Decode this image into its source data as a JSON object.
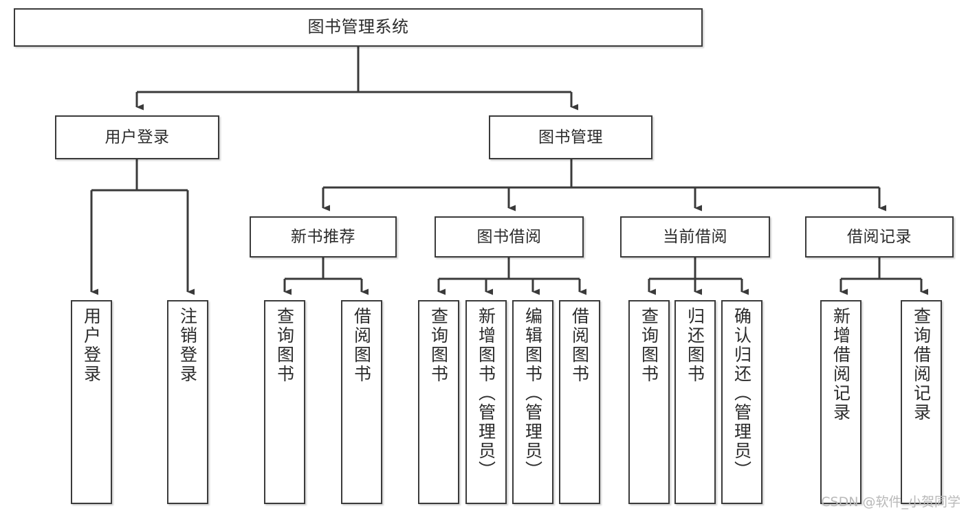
{
  "diagram": {
    "title": "图书管理系统",
    "type": "functional-structure-tree",
    "root": {
      "label": "图书管理系统"
    },
    "level2": [
      {
        "label": "用户登录"
      },
      {
        "label": "图书管理"
      }
    ],
    "level3": [
      {
        "label": "新书推荐"
      },
      {
        "label": "图书借阅"
      },
      {
        "label": "当前借阅"
      },
      {
        "label": "借阅记录"
      }
    ],
    "leaves": {
      "user_login": [
        {
          "label": "用户登录"
        },
        {
          "label": "注销登录"
        }
      ],
      "new_book_recommend": [
        {
          "label": "查询图书"
        },
        {
          "label": "借阅图书"
        }
      ],
      "book_borrow": [
        {
          "label": "查询图书"
        },
        {
          "label": "新增图书（管理员）"
        },
        {
          "label": "编辑图书（管理员）"
        },
        {
          "label": "借阅图书"
        }
      ],
      "current_borrow": [
        {
          "label": "查询图书"
        },
        {
          "label": "归还图书"
        },
        {
          "label": "确认归还（管理员）"
        }
      ],
      "borrow_record": [
        {
          "label": "新增借阅记录"
        },
        {
          "label": "查询借阅记录"
        }
      ]
    }
  },
  "watermark": {
    "text": "CSDN @软件_小贺同学"
  },
  "colors": {
    "stroke": "#3a3a3a",
    "text": "#2b2b2b",
    "background": "#ffffff",
    "watermark": "#b9b9b9"
  }
}
